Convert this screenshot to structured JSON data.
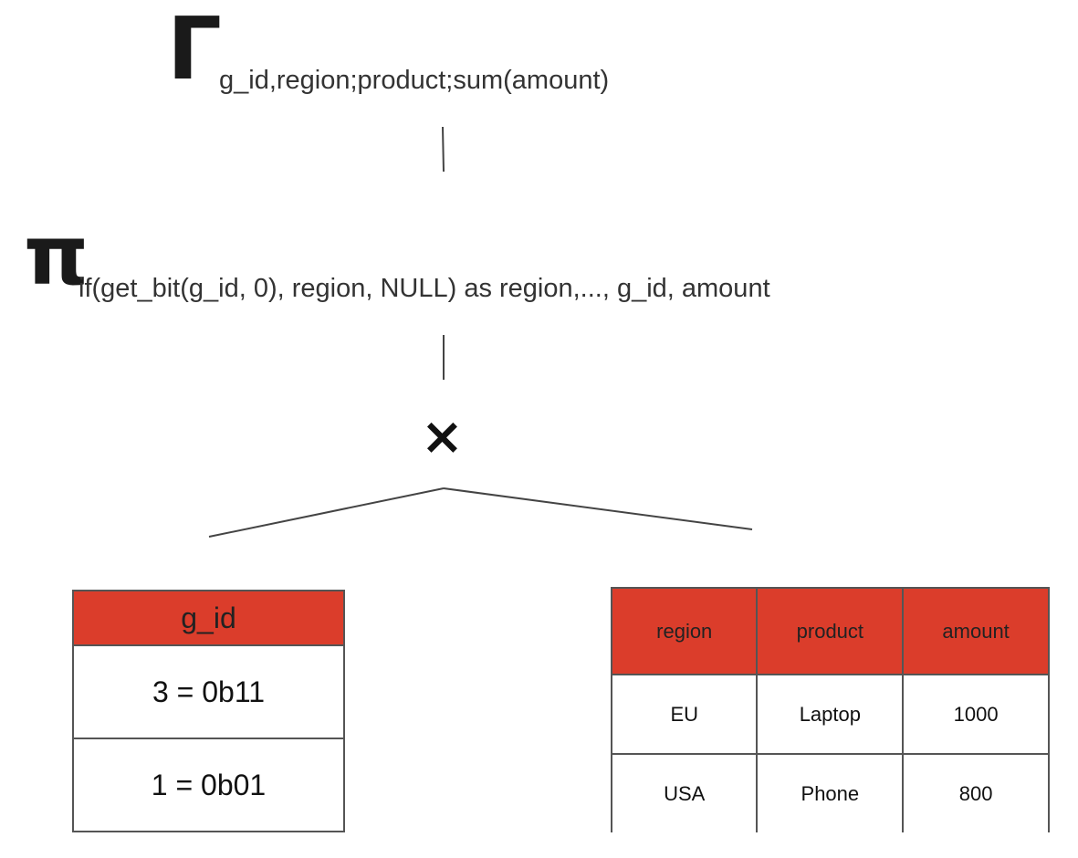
{
  "gamma": {
    "symbol": "Γ",
    "subscript": "g_id,region;product;sum(amount)"
  },
  "projection": {
    "symbol": "π",
    "subscript": "if(get_bit(g_id, 0), region, NULL) as region,..., g_id, amount"
  },
  "cross_product": {
    "symbol": "×"
  },
  "left_table": {
    "header": "g_id",
    "rows": [
      "3 = 0b11",
      "1 = 0b01"
    ]
  },
  "right_table": {
    "headers": [
      "region",
      "product",
      "amount"
    ],
    "rows": [
      [
        "EU",
        "Laptop",
        "1000"
      ],
      [
        "USA",
        "Phone",
        "800"
      ]
    ]
  },
  "colors": {
    "header_fill": "#db3d2b",
    "border": "#555555"
  }
}
